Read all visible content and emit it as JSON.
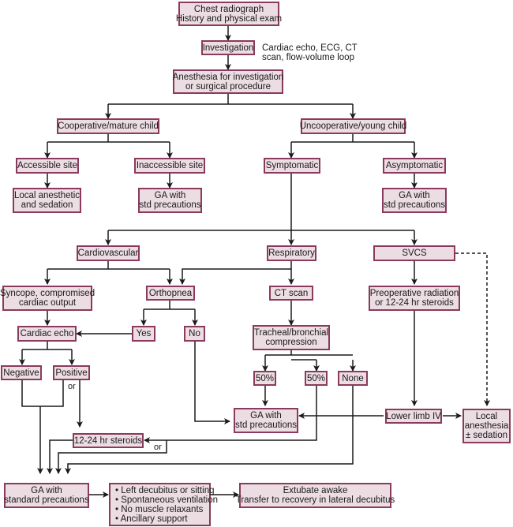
{
  "colors": {
    "box_fill": "#ecdde3",
    "box_border": "#8a3a5c",
    "line": "#1a1a1a"
  },
  "nodes": {
    "chest": [
      "Chest radiograph",
      "History and physical exam"
    ],
    "investigation": [
      "Investigation"
    ],
    "investigation_note": [
      "Cardiac echo, ECG, CT",
      "scan, flow-volume loop"
    ],
    "anesthesia": [
      "Anesthesia for investigation",
      "or surgical procedure"
    ],
    "cooperative": [
      "Cooperative/mature child"
    ],
    "uncooperative": [
      "Uncooperative/young child"
    ],
    "accessible": [
      "Accessible site"
    ],
    "inaccessible": [
      "Inaccessible site"
    ],
    "symptomatic": [
      "Symptomatic"
    ],
    "asymptomatic": [
      "Asymptomatic"
    ],
    "local_sedation": [
      "Local anesthetic",
      "and sedation"
    ],
    "ga_std_1": [
      "GA with",
      "std precautions"
    ],
    "ga_std_2": [
      "GA with",
      "std precautions"
    ],
    "cardiovascular": [
      "Cardiovascular"
    ],
    "respiratory": [
      "Respiratory"
    ],
    "svcs": [
      "SVCS"
    ],
    "syncope": [
      "Syncope, compromised",
      "cardiac output"
    ],
    "orthopnea": [
      "Orthopnea"
    ],
    "ct_scan": [
      "CT scan"
    ],
    "preop": [
      "Preoperative radiation",
      "or 12-24 hr steroids"
    ],
    "cardiac_echo": [
      "Cardiac echo"
    ],
    "yes": [
      "Yes"
    ],
    "no": [
      "No"
    ],
    "tracheal": [
      "Tracheal/bronchial",
      "compression"
    ],
    "negative": [
      "Negative"
    ],
    "positive": [
      "Positive"
    ],
    "pct50a": [
      "50%"
    ],
    "pct50b": [
      "50%"
    ],
    "none": [
      "None"
    ],
    "ga_std_3": [
      "GA with",
      "std precautions"
    ],
    "lower_limb": [
      "Lower limb IV"
    ],
    "local_anesthesia": [
      "Local",
      "anesthesia",
      "± sedation"
    ],
    "steroids": [
      "12-24 hr steroids"
    ],
    "ga_standard": [
      "GA with",
      "standard precautions"
    ],
    "management": [
      "• Left decubitus or sitting",
      "• Spontaneous ventilation",
      "• No muscle relaxants",
      "• Ancillary support"
    ],
    "extubate": [
      "Extubate awake",
      "Transfer to recovery in lateral decubitus"
    ]
  },
  "labels": {
    "or_1": "or",
    "or_2": "or"
  }
}
